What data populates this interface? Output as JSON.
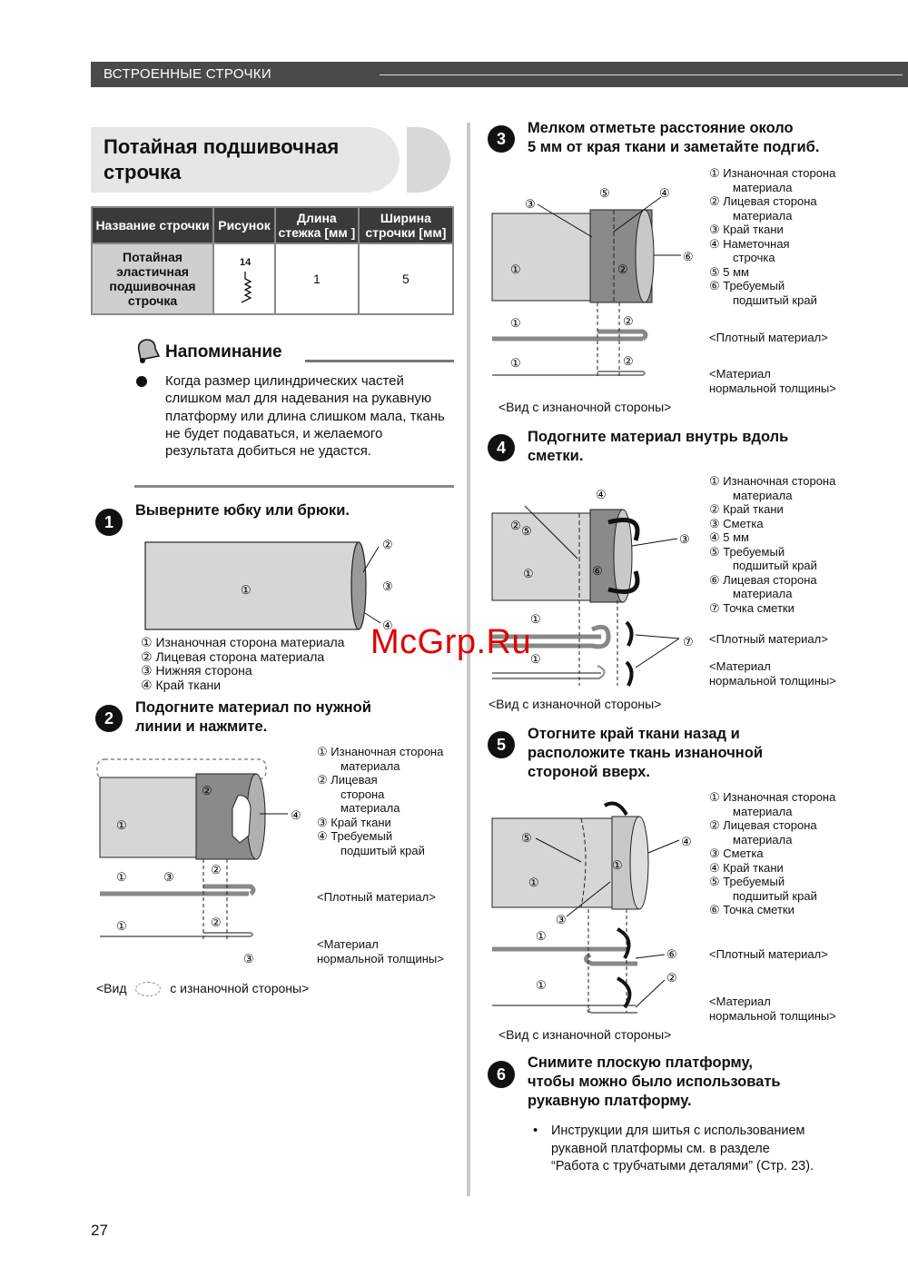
{
  "header": {
    "section": "ВСТРОЕННЫЕ СТРОЧКИ"
  },
  "title": {
    "line1": "Потайная подшивочная",
    "line2": "строчка"
  },
  "table": {
    "headers": [
      "Название строчки",
      "Рисунок",
      "Длина стежка [мм ]",
      "Ширина строчки [мм]"
    ],
    "row": {
      "name": "Потайная эластичная подшивочная строчка",
      "pattern_no": "14",
      "length": "1",
      "width": "5"
    }
  },
  "memo": {
    "title": "Напоминание",
    "text": "Когда размер цилиндрических частей слишком мал для надевания на рукавную платформу или длина слишком мала, ткань не будет подаваться, и желаемого результата добиться не удастся."
  },
  "steps": [
    {
      "num": "1",
      "text": "Выверните юбку или брюки.",
      "legend": [
        "① Изнаночная сторона материала",
        "② Лицевая сторона материала",
        "③ Нижняя сторона",
        "④ Край ткани"
      ]
    },
    {
      "num": "2",
      "text_line1": "Подогните материал по нужной",
      "text_line2": "линии и нажмите.",
      "legend": [
        "① Изнаночная сторона",
        "материала",
        "② Лицевая",
        "сторона",
        "материала",
        "③ Край ткани",
        "④ Требуемый",
        "подшитый край"
      ],
      "thick": "<Плотный материал>",
      "normal1": "<Материал",
      "normal2": "нормальной толщины>",
      "view_a": "<Вид",
      "view_b": "с изнаночной стороны>"
    },
    {
      "num": "3",
      "text_line1": "Мелком отметьте расстояние около",
      "text_line2": "5 мм от края ткани и заметайте подгиб.",
      "legend": [
        "① Изнаночная сторона",
        "материала",
        "② Лицевая сторона",
        "материала",
        "③ Край ткани",
        "④ Наметочная",
        "строчка",
        "⑤ 5 мм",
        "⑥ Требуемый",
        "подшитый край"
      ],
      "thick": "<Плотный материал>",
      "normal1": "<Материал",
      "normal2": "нормальной толщины>",
      "view": "<Вид с изнаночной стороны>"
    },
    {
      "num": "4",
      "text_line1": "Подогните материал внутрь вдоль",
      "text_line2": "сметки.",
      "legend": [
        "① Изнаночная сторона",
        "материала",
        "② Край ткани",
        "③ Сметка",
        "④ 5 мм",
        "⑤ Требуемый",
        "подшитый край",
        "⑥ Лицевая сторона",
        "материала",
        "⑦ Точка сметки"
      ],
      "thick": "<Плотный материал>",
      "normal1": "<Материал",
      "normal2": "нормальной толщины>",
      "view": "<Вид с изнаночной стороны>"
    },
    {
      "num": "5",
      "text_line1": "Отогните край ткани назад и",
      "text_line2": "расположите ткань изнаночной",
      "text_line3": "стороной вверх.",
      "legend": [
        "① Изнаночная сторона",
        "материала",
        "② Лицевая сторона",
        "материала",
        "③ Сметка",
        "④ Край ткани",
        "⑤ Требуемый",
        "подшитый край",
        "⑥ Точка сметки"
      ],
      "thick": "<Плотный материал>",
      "normal1": "<Материал",
      "normal2": "нормальной толщины>",
      "view": "<Вид с изнаночной стороны>"
    },
    {
      "num": "6",
      "text_line1": "Снимите плоскую платформу,",
      "text_line2": "чтобы можно было использовать",
      "text_line3": "рукавную платформу.",
      "bullet": [
        "Инструкции для шитья с использованием",
        "рукавной платформы см. в разделе",
        "“Работа с трубчатыми деталями” (Стр. 23)."
      ]
    }
  ],
  "page_number": "27",
  "watermark": "McGrp.Ru"
}
